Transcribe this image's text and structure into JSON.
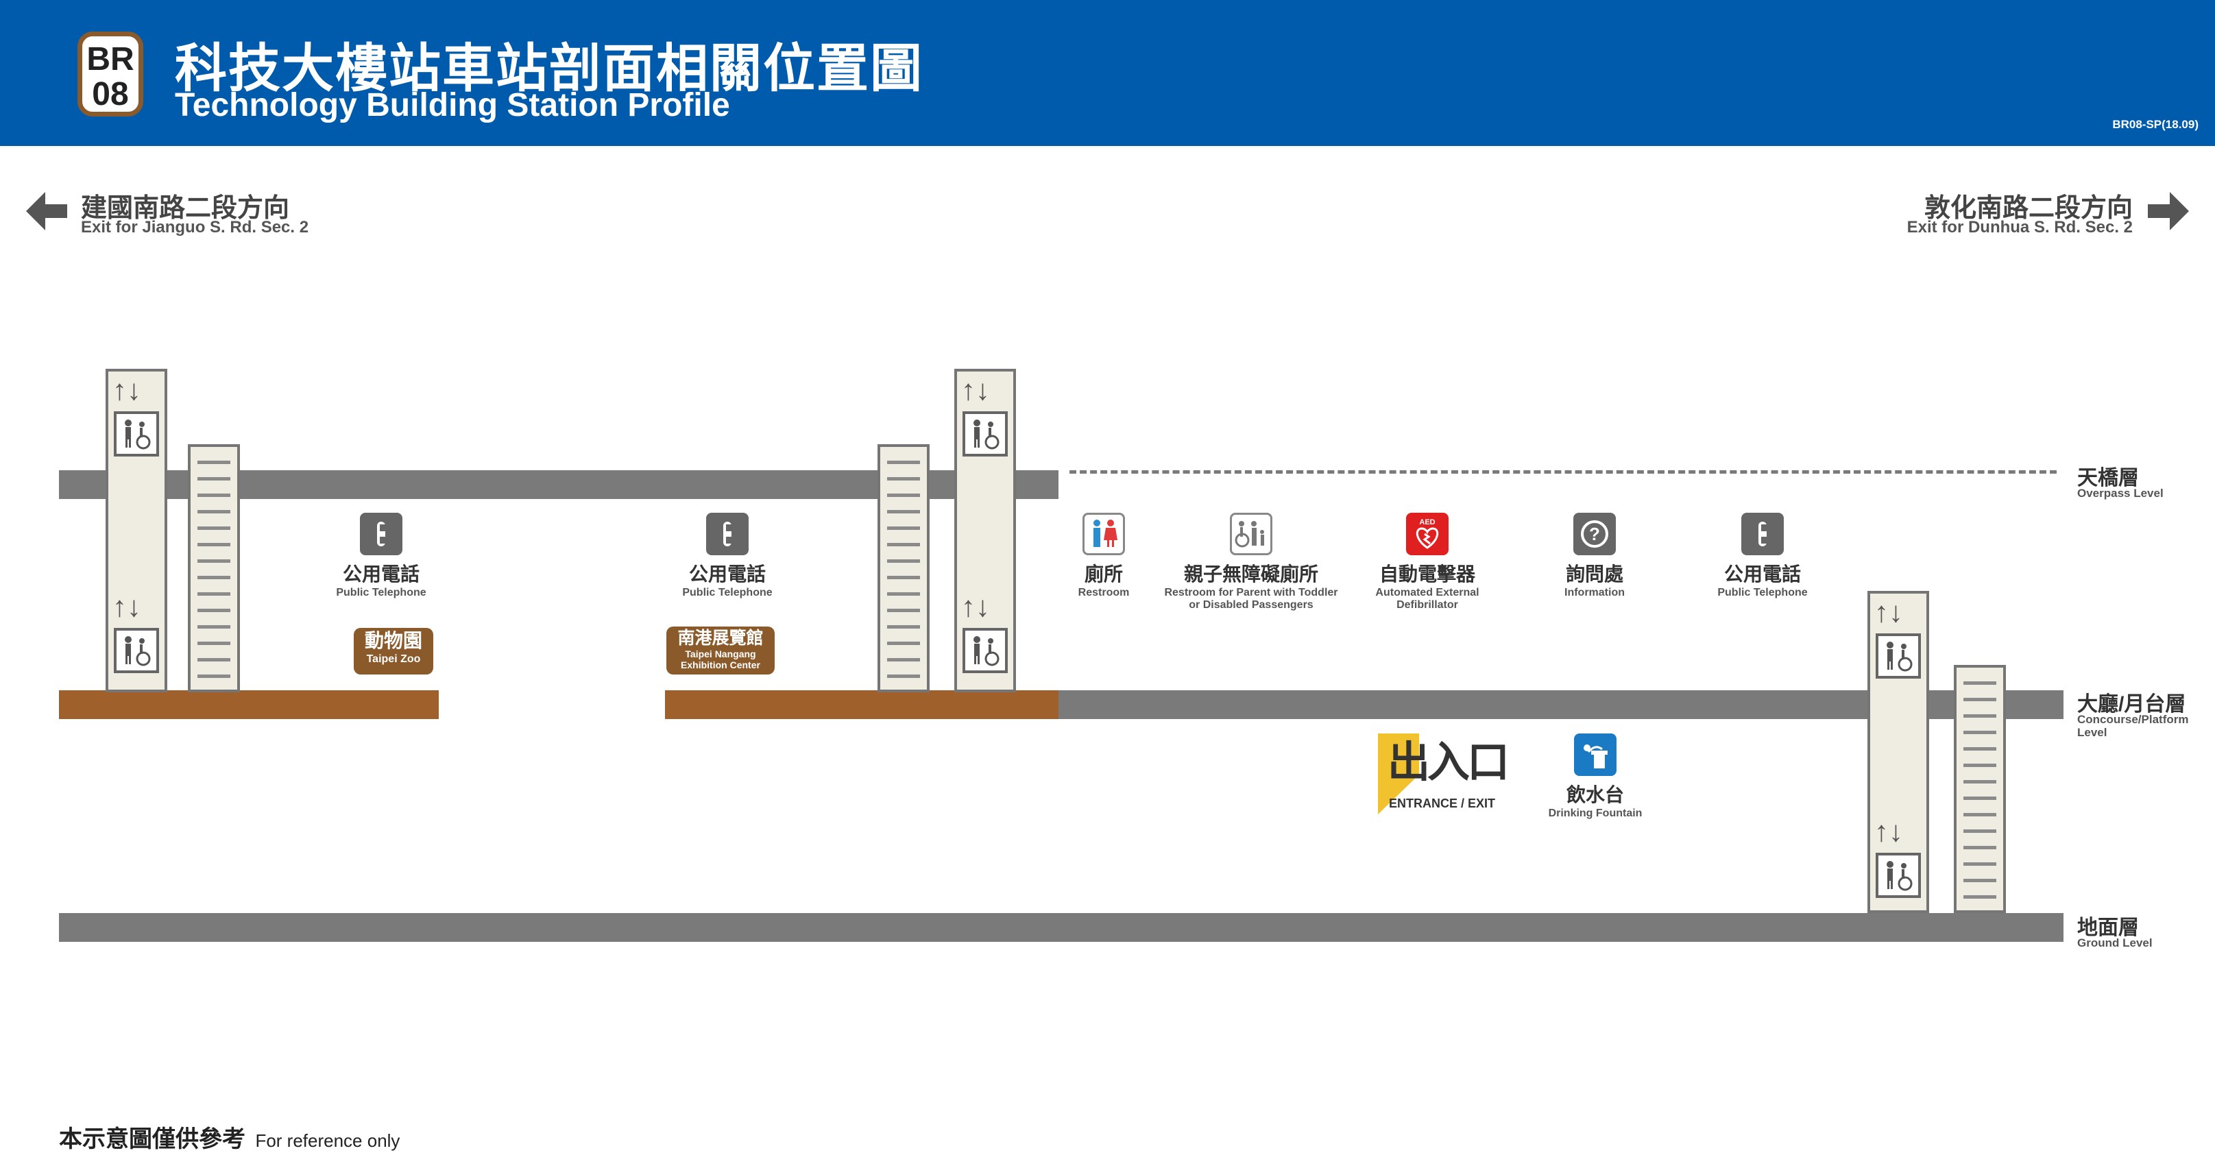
{
  "header": {
    "line_code": "BR",
    "station_number": "08",
    "title_zh": "科技大樓站車站剖面相關位置圖",
    "title_en": "Technology Building Station Profile",
    "doc_code": "BR08-SP(18.09)",
    "bg_color": "#005BAC",
    "line_color": "#8B5A2B"
  },
  "directions": {
    "left": {
      "zh": "建國南路二段方向",
      "en": "Exit for Jianguo S. Rd. Sec. 2",
      "icon": "arrow-left-icon"
    },
    "right": {
      "zh": "敦化南路二段方向",
      "en": "Exit for Dunhua S. Rd. Sec. 2",
      "icon": "arrow-right-icon"
    }
  },
  "levels": {
    "overpass": {
      "zh": "天橋層",
      "en": "Overpass Level"
    },
    "concourse": {
      "zh": "大廳/月台層",
      "en": "Concourse/Platform Level"
    },
    "ground": {
      "zh": "地面層",
      "en": "Ground Level"
    }
  },
  "platforms": {
    "zoo": "動物園",
    "zoo_en": "Taipei Zoo",
    "nangang": "南港展覽館",
    "nangang_en": "Taipei Nangang Exhibition Center"
  },
  "facilities": {
    "phone": {
      "zh": "公用電話",
      "en": "Public Telephone"
    },
    "restroom": {
      "zh": "廁所",
      "en": "Restroom"
    },
    "family_restroom": {
      "zh": "親子無障礙廁所",
      "en": "Restroom for Parent with Toddler or Disabled Passengers"
    },
    "aed": {
      "zh": "自動電擊器",
      "en": "Automated External Defibrillator",
      "badge": "AED"
    },
    "info": {
      "zh": "詢問處",
      "en": "Information"
    },
    "fountain": {
      "zh": "飲水台",
      "en": "Drinking Fountain"
    },
    "entrance": {
      "zh": "出入口",
      "en": "ENTRANCE / EXIT"
    }
  },
  "footer": {
    "zh": "本示意圖僅供參考",
    "en": "For reference only"
  }
}
